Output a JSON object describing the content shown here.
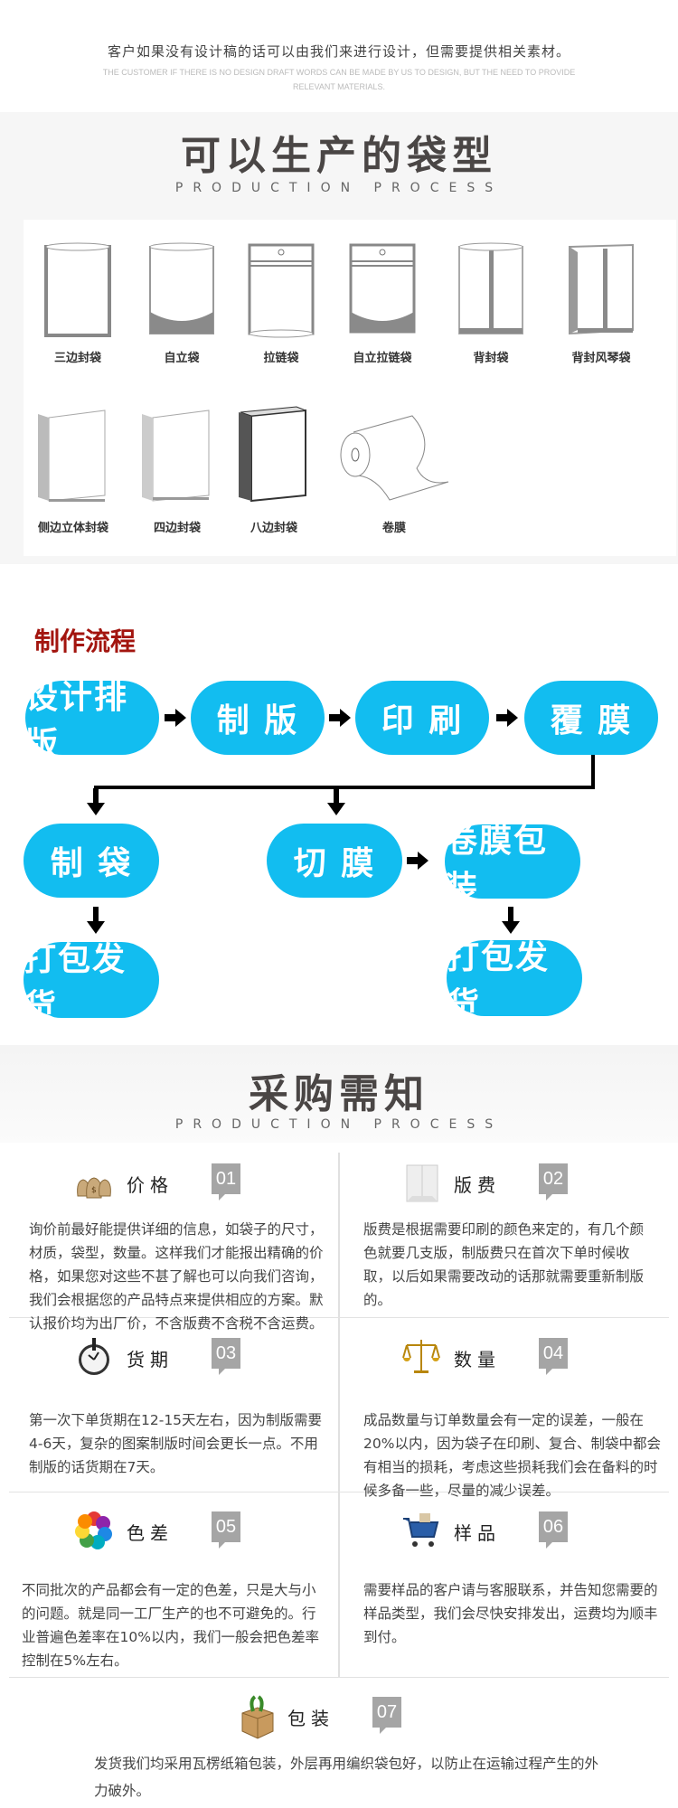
{
  "intro": {
    "cn": "客户如果没有设计稿的话可以由我们来进行设计，但需要提供相关素材。",
    "en": "THE CUSTOMER IF THERE IS NO DESIGN DRAFT WORDS CAN BE MADE BY US TO DESIGN, BUT THE NEED TO PROVIDE RELEVANT MATERIALS."
  },
  "bag_section": {
    "title": "可以生产的袋型",
    "subtitle": "PRODUCTION PROCESS",
    "bags": [
      {
        "label": "三边封袋",
        "icon": "three-side-seal-bag-icon"
      },
      {
        "label": "自立袋",
        "icon": "stand-up-bag-icon"
      },
      {
        "label": "拉链袋",
        "icon": "zipper-bag-icon"
      },
      {
        "label": "自立拉链袋",
        "icon": "stand-up-zipper-bag-icon"
      },
      {
        "label": "背封袋",
        "icon": "back-seal-bag-icon"
      },
      {
        "label": "背封风琴袋",
        "icon": "back-seal-gusset-bag-icon"
      },
      {
        "label": "侧边立体封袋",
        "icon": "side-gusset-bag-icon"
      },
      {
        "label": "四边封袋",
        "icon": "four-side-seal-bag-icon"
      },
      {
        "label": "八边封袋",
        "icon": "eight-side-seal-bag-icon"
      },
      {
        "label": "卷膜",
        "icon": "roll-film-icon"
      }
    ]
  },
  "flow": {
    "title": "制作流程",
    "steps": {
      "design": "设计排版",
      "plate": "制 版",
      "print": "印 刷",
      "laminate": "覆 膜",
      "bag_making": "制 袋",
      "cut_film": "切 膜",
      "roll_pack": "卷膜包装",
      "ship_left": "打包发货",
      "ship_right": "打包发货"
    },
    "accent": "#12bdf0"
  },
  "notes": {
    "title": "采购需知",
    "subtitle": "PRODUCTION PROCESS",
    "items": [
      {
        "label": "价格",
        "num": "01",
        "icon": "money-bags-icon",
        "text": "询价前最好能提供详细的信息，如袋子的尺寸，材质，袋型，数量。这样我们才能报出精确的价格，如果您对这些不甚了解也可以向我们咨询，我们会根据您的产品特点来提供相应的方案。默认报价均为出厂价，不含版费不含税不含运费。"
      },
      {
        "label": "版费",
        "num": "02",
        "icon": "paper-bag-icon",
        "text": "版费是根据需要印刷的颜色来定的，有几个颜色就要几支版，制版费只在首次下单时候收取，以后如果需要改动的话那就需要重新制版的。"
      },
      {
        "label": "货期",
        "num": "03",
        "icon": "clock-icon",
        "text": "第一次下单货期在12-15天左右，因为制版需要4-6天，复杂的图案制版时间会更长一点。不用制版的话货期在7天。"
      },
      {
        "label": "数量",
        "num": "04",
        "icon": "scale-icon",
        "text": "成品数量与订单数量会有一定的误差，一般在20%以内，因为袋子在印刷、复合、制袋中都会有相当的损耗，考虑这些损耗我们会在备料的时候多备一些，尽量的减少误差。"
      },
      {
        "label": "色差",
        "num": "05",
        "icon": "color-wheel-icon",
        "text": "不同批次的产品都会有一定的色差，只是大与小的问题。就是同一工厂生产的也不可避免的。行业普遍色差率在10%以内，我们一般会把色差率控制在5%左右。"
      },
      {
        "label": "样品",
        "num": "06",
        "icon": "shopping-cart-icon",
        "text": "需要样品的客户请与客服联系，并告知您需要的样品类型，我们会尽快安排发出，运费均为顺丰到付。"
      },
      {
        "label": "包装",
        "num": "07",
        "icon": "cardboard-box-icon",
        "text": "发货我们均采用瓦楞纸箱包装，外层再用编织袋包好，以防止在运输过程产生的外力破外。"
      }
    ]
  }
}
